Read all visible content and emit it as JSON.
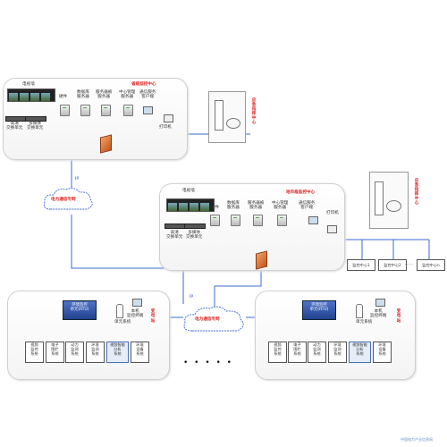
{
  "provincial": {
    "title": "省级监控中心",
    "video_wall": "电视墙",
    "switch_left": "高清\n交换单元",
    "switch_right": "多媒体\n交换单元",
    "servers": [
      "硬件",
      "数据库\n服务器",
      "服务器被\n服务器",
      "中心管理\n服务器",
      "通信服务\n客户端"
    ],
    "printer": "打印机",
    "emergency": "应急指挥中心"
  },
  "city": {
    "title": "地市级监控中心",
    "video_wall": "电视墙",
    "switch_left": "高清\n交换单元",
    "switch_right": "多媒体\n交换单元",
    "servers": [
      "硬件",
      "数据库\n服务器",
      "服务器被\n服务器",
      "中心管理\n服务器",
      "通信服务\n客户端"
    ],
    "printer": "打印机",
    "emergency": "应急指挥中心",
    "monitor_centers": [
      "监控中心1",
      "监控中心2",
      "……",
      "监控中心n"
    ]
  },
  "network": {
    "cloud_top": "电力通信专网",
    "cloud_bottom": "电力通信专网",
    "ip_labels": [
      "IP",
      "IP",
      "IP",
      "IP"
    ],
    "ellipsis": "• • • • •"
  },
  "substation_left": {
    "title": "变电站",
    "unit": "环境监控\n单元(RTU)",
    "local_label": "本机\n监控终端",
    "local_sub": "单元系统",
    "systems": [
      "视频\n监控\n系统",
      "电子\n围栏\n系统",
      "动力\n监测\n系统",
      "环境\n监测\n系统",
      "视频智能\n分析\n系统",
      "环境\n设备\n系统"
    ]
  },
  "substation_right": {
    "title": "变电站",
    "unit": "环境监控\n单元(RTU)",
    "local_label": "本机\n监控终端",
    "local_sub": "单元系统",
    "systems": [
      "视频\n监控\n系统",
      "电子\n围栏\n系统",
      "动力\n监测\n系统",
      "环境\n监测\n系统",
      "视频智能\n分析\n系统",
      "环境\n设备\n系统"
    ]
  },
  "footer": "中国电力产业信息网"
}
